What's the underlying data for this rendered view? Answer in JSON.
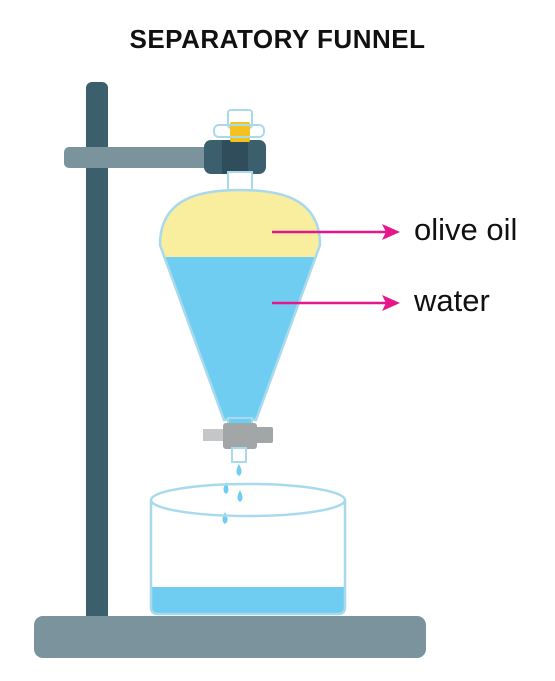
{
  "diagram": {
    "title": "SEPARATORY FUNNEL",
    "labels": {
      "oil": "olive oil",
      "water": "water"
    },
    "colors": {
      "stand": "#3c5f6e",
      "base": "#7a939d",
      "clamp_arm": "#7a939d",
      "oil_layer": "#f8ee9e",
      "water_layer": "#6fcdf2",
      "glass_outline": "#a9d9ec",
      "stopper": "#f3c21f",
      "stopcock": "#a3a6a7",
      "arrow": "#e6168b",
      "text": "#111111"
    },
    "components": [
      "ring-stand",
      "clamp",
      "separatory-funnel",
      "stopper",
      "stopcock",
      "water-drops",
      "beaker"
    ]
  }
}
